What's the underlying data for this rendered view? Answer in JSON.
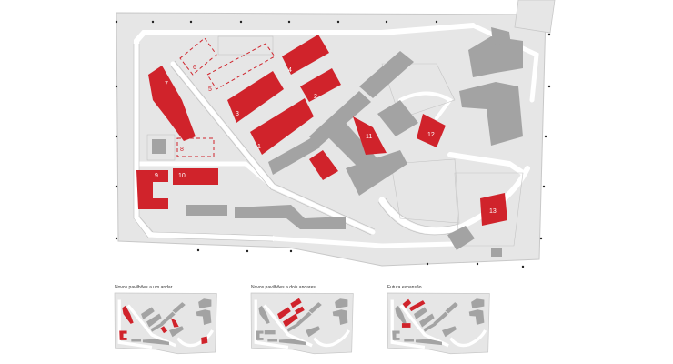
{
  "main_plan": {
    "building_labels": [
      "1",
      "2",
      "3",
      "4",
      "5",
      "6",
      "7",
      "8",
      "9",
      "10",
      "11",
      "12",
      "13"
    ]
  },
  "thumbnails": [
    {
      "title": "Novos pavilhões a um andar"
    },
    {
      "title": "Novos pavilhões a dois andares"
    },
    {
      "title": "Futura expansão"
    }
  ],
  "colors": {
    "new_building": "#d0232b",
    "existing_building": "#a3a3a3",
    "ground": "#e6e6e6",
    "road_edge": "#bdbdbd",
    "background": "#ffffff"
  }
}
